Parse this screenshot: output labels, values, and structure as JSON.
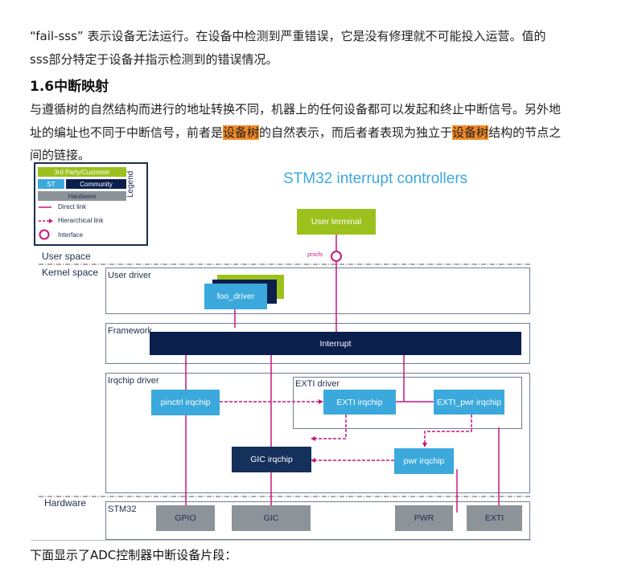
{
  "document": {
    "paragraph1": {
      "line1": "“fail-sss” 表示设备无法运行。在设备中检测到严重错误，它是没有修理就不可能投入运营。值的",
      "line2": "sss部分特定于设备并指示检测到的错误情况。"
    },
    "heading": "1.6中断映射",
    "paragraph2": {
      "line1": "与遵循树的自然结构而进行的地址转换不同，机器上的任何设备都可以发起和终止中断信号。另外地",
      "line2_a": "址的编址也不同于中断信号，前者是",
      "line2_hl1": "设备树",
      "line2_b": "的自然表示，而后者者表现为独立于",
      "line2_hl2": "设备树",
      "line2_c": "结构的节点之",
      "line3": "间的链接。"
    },
    "footer_text": "下面显示了ADC控制器中断设备片段："
  },
  "diagram": {
    "title": "STM32 interrupt controllers",
    "legend": {
      "title": "Legend",
      "third_party": "3rd Party/Customer",
      "st": "ST",
      "community": "Community",
      "hardware": "Hardware",
      "direct_link": "Direct link",
      "hierarchical_link": "Hierarchical link",
      "interface": "Interface"
    },
    "spaces": {
      "user": "User space",
      "kernel": "Kernel space",
      "hardware": "Hardware"
    },
    "frames": {
      "user_driver": "User driver",
      "framework": "Framework",
      "irqchip_driver": "Irqchip driver",
      "exti_driver": "EXTI driver",
      "stm32": "STM32"
    },
    "nodes": {
      "user_terminal": "User terminal",
      "procfs": "procfs",
      "foo_driver": "foo_driver",
      "interrupt": "Interrupt",
      "pinctrl_irqchip": "pinctrl irqchip",
      "exti_irqchip": "EXTI irqchip",
      "exti_pwr_irqchip": "EXTI_pwr irqchip",
      "gic_irqchip": "GIC irqchip",
      "pwr_irqchip": "pwr irqchip",
      "gpio": "GPIO",
      "gic": "GIC",
      "pwr": "PWR",
      "exti": "EXTI"
    },
    "colors": {
      "third_party": "#9cc11d",
      "st": "#3ba9dc",
      "community": "#0b1f4d",
      "hardware": "#8c9399",
      "link": "#c8177f",
      "highlight": "#f28a26"
    }
  }
}
